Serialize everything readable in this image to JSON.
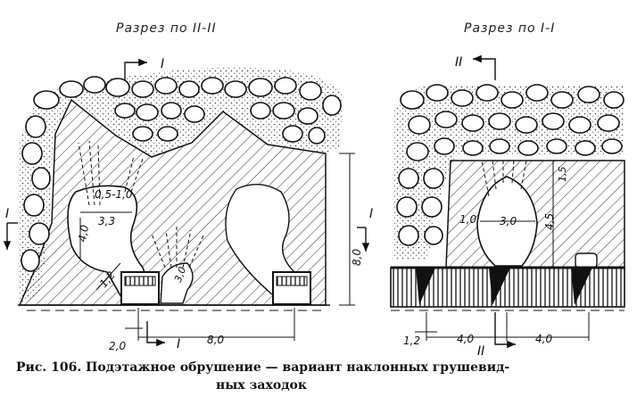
{
  "sections": {
    "left_title": "Разрез по II-II",
    "right_title": "Разрез по I-I"
  },
  "left": {
    "cut_mark_top": "I",
    "cut_mark_side": "I",
    "cut_mark_bottom": "I",
    "cut_mark_right": "I",
    "dims": {
      "d05_10": "0,5-1,0",
      "d33": "3,3",
      "d40": "4,0",
      "d12": "1,2",
      "d30": "3,0",
      "d80v": "8,0",
      "d20": "2,0",
      "d80h": "8,0"
    }
  },
  "right": {
    "cut_mark_top": "II",
    "cut_mark_bottom": "II",
    "dims": {
      "d10": "1,0",
      "d30": "3,0",
      "d15": "1,5",
      "d45": "4,5",
      "d12": "1,2",
      "d40a": "4,0",
      "d40b": "4,0"
    }
  },
  "caption": {
    "line1": "Рис. 106. Подэтажное обрушение — вариант наклонных грушевид-",
    "line2": "ных заходок"
  }
}
